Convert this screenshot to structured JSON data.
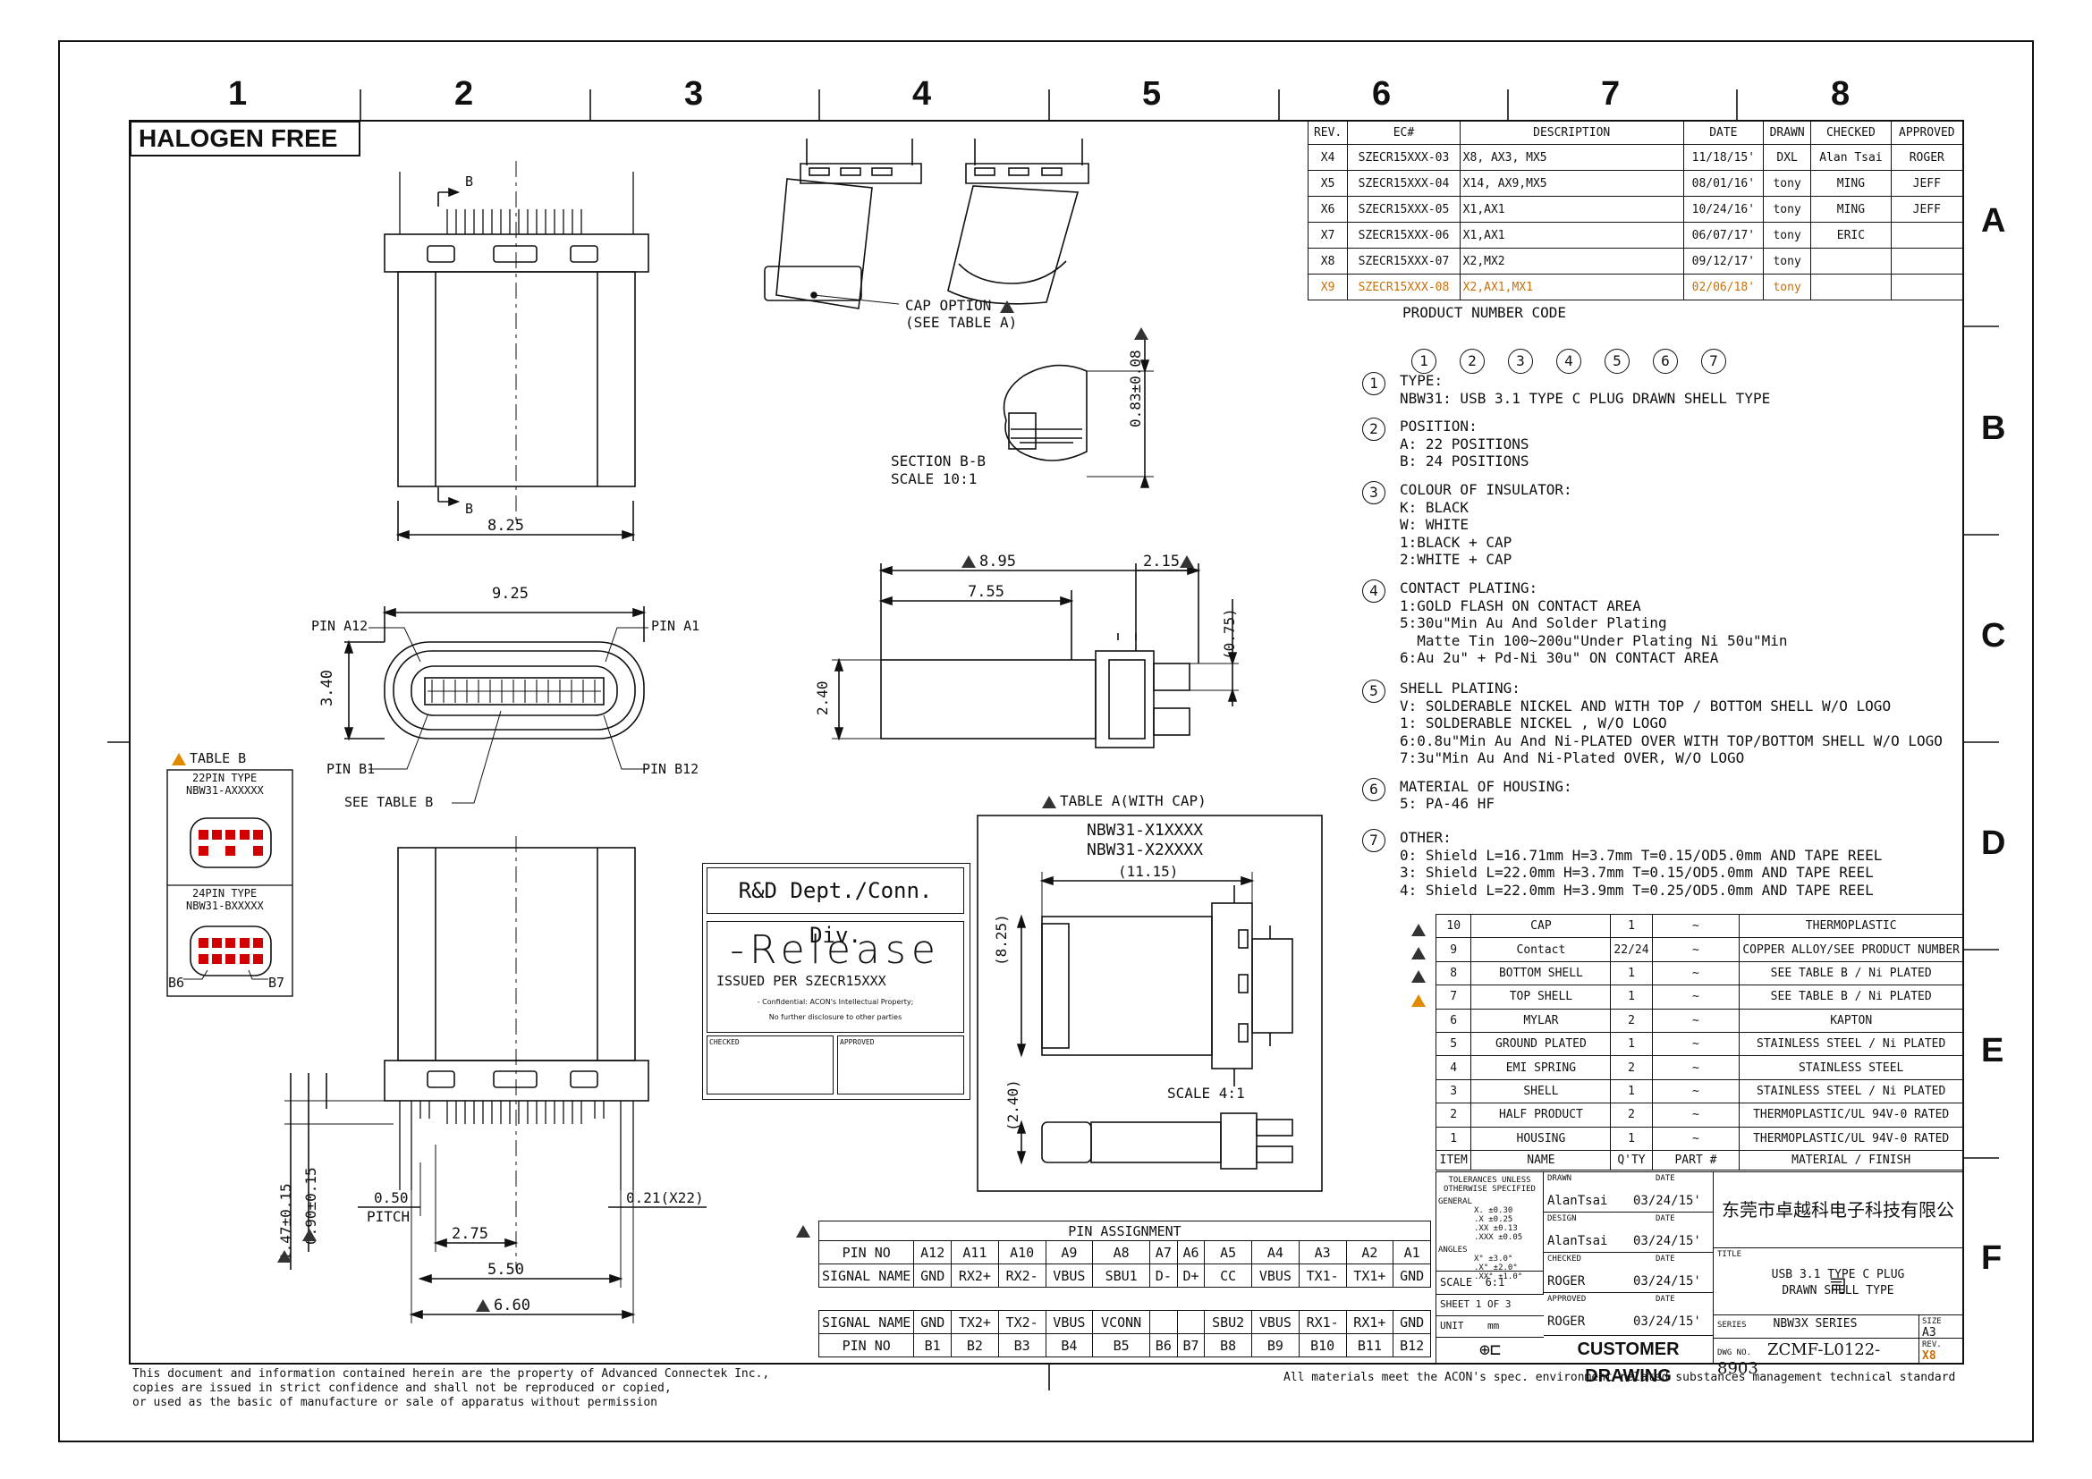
{
  "frame": {
    "col_labels": [
      "1",
      "2",
      "3",
      "4",
      "5",
      "6",
      "7",
      "8"
    ],
    "row_labels": [
      "A",
      "B",
      "C",
      "D",
      "E",
      "F"
    ],
    "halogen_free": "HALOGEN FREE"
  },
  "revision_table": {
    "headers": [
      "REV.",
      "EC#",
      "DESCRIPTION",
      "DATE",
      "DRAWN",
      "CHECKED",
      "APPROVED"
    ],
    "rows": [
      [
        "X4",
        "SZECR15XXX-03",
        "X8, AX3, MX5",
        "11/18/15'",
        "DXL",
        "Alan Tsai",
        "ROGER"
      ],
      [
        "X5",
        "SZECR15XXX-04",
        "X14, AX9,MX5",
        "08/01/16'",
        "tony",
        "MING",
        "JEFF"
      ],
      [
        "X6",
        "SZECR15XXX-05",
        "X1,AX1",
        "10/24/16'",
        "tony",
        "MING",
        "JEFF"
      ],
      [
        "X7",
        "SZECR15XXX-06",
        "X1,AX1",
        "06/07/17'",
        "tony",
        "ERIC",
        ""
      ],
      [
        "X8",
        "SZECR15XXX-07",
        "X2,MX2",
        "09/12/17'",
        "tony",
        "",
        ""
      ],
      [
        "X9",
        "SZECR15XXX-08",
        "X2,AX1,MX1",
        "02/06/18'",
        "tony",
        "",
        ""
      ]
    ]
  },
  "product_code": {
    "title": "PRODUCT NUMBER CODE",
    "circles": [
      "1",
      "2",
      "3",
      "4",
      "5",
      "6",
      "7"
    ],
    "notes": [
      {
        "num": "1",
        "lines": [
          "TYPE:",
          "NBW31: USB 3.1 TYPE C PLUG DRAWN SHELL TYPE"
        ]
      },
      {
        "num": "2",
        "lines": [
          "POSITION:",
          "A: 22 POSITIONS",
          "B: 24 POSITIONS"
        ]
      },
      {
        "num": "3",
        "lines": [
          "COLOUR OF INSULATOR:",
          "K: BLACK",
          "W: WHITE",
          "1:BLACK + CAP",
          "2:WHITE + CAP"
        ]
      },
      {
        "num": "4",
        "lines": [
          "CONTACT PLATING:",
          "1:GOLD FLASH ON CONTACT AREA",
          "5:30u\"Min Au And Solder Plating",
          "  Matte Tin 100~200u\"Under Plating Ni 50u\"Min",
          "6:Au 2u\" + Pd-Ni 30u\" ON CONTACT AREA"
        ]
      },
      {
        "num": "5",
        "lines": [
          "SHELL PLATING:",
          "V: SOLDERABLE NICKEL AND WITH TOP / BOTTOM SHELL W/O LOGO",
          "1: SOLDERABLE NICKEL , W/O LOGO",
          "6:0.8u\"Min Au And Ni-PLATED OVER WITH TOP/BOTTOM SHELL W/O LOGO",
          "7:3u\"Min Au And Ni-Plated OVER, W/O LOGO"
        ]
      },
      {
        "num": "6",
        "lines": [
          "MATERIAL OF HOUSING:",
          "5: PA-46 HF"
        ]
      },
      {
        "num": "7",
        "lines": [
          "OTHER:",
          "0: Shield L=16.71mm H=3.7mm T=0.15/OD5.0mm AND TAPE REEL",
          "3: Shield L=22.0mm H=3.7mm T=0.15/OD5.0mm AND TAPE REEL",
          "4: Shield L=22.0mm H=3.9mm T=0.25/OD5.0mm AND TAPE REEL"
        ]
      }
    ]
  },
  "bom": {
    "headers": [
      "ITEM",
      "NAME",
      "Q'TY",
      "PART #",
      "MATERIAL / FINISH"
    ],
    "rows": [
      [
        "10",
        "CAP",
        "1",
        "~",
        "THERMOPLASTIC"
      ],
      [
        "9",
        "Contact",
        "22/24",
        "~",
        "COPPER ALLOY/SEE PRODUCT NUMBER"
      ],
      [
        "8",
        "BOTTOM SHELL",
        "1",
        "~",
        "SEE TABLE B / Ni PLATED"
      ],
      [
        "7",
        "TOP SHELL",
        "1",
        "~",
        "SEE TABLE B / Ni PLATED"
      ],
      [
        "6",
        "MYLAR",
        "2",
        "~",
        "KAPTON"
      ],
      [
        "5",
        "GROUND PLATED",
        "1",
        "~",
        "STAINLESS STEEL / Ni PLATED"
      ],
      [
        "4",
        "EMI SPRING",
        "2",
        "~",
        "STAINLESS STEEL"
      ],
      [
        "3",
        "SHELL",
        "1",
        "~",
        "STAINLESS STEEL / Ni PLATED"
      ],
      [
        "2",
        "HALF PRODUCT",
        "2",
        "~",
        "THERMOPLASTIC/UL 94V-0 RATED"
      ],
      [
        "1",
        "HOUSING",
        "1",
        "~",
        "THERMOPLASTIC/UL 94V-0 RATED"
      ]
    ]
  },
  "pin_assignment": {
    "title": "PIN ASSIGNMENT",
    "row_a_label": "PIN NO",
    "row_a": [
      "A12",
      "A11",
      "A10",
      "A9",
      "A8",
      "A7",
      "A6",
      "A5",
      "A4",
      "A3",
      "A2",
      "A1"
    ],
    "row_a_sig_label": "SIGNAL NAME",
    "row_a_sig": [
      "GND",
      "RX2+",
      "RX2-",
      "VBUS",
      "SBU1",
      "D-",
      "D+",
      "CC",
      "VBUS",
      "TX1-",
      "TX1+",
      "GND"
    ],
    "row_b_sig_label": "SIGNAL NAME",
    "row_b_sig": [
      "GND",
      "TX2+",
      "TX2-",
      "VBUS",
      "VCONN",
      "",
      "",
      "SBU2",
      "VBUS",
      "RX1-",
      "RX1+",
      "GND"
    ],
    "row_b_label": "PIN NO",
    "row_b": [
      "B1",
      "B2",
      "B3",
      "B4",
      "B5",
      "B6",
      "B7",
      "B8",
      "B9",
      "B10",
      "B11",
      "B12"
    ]
  },
  "title_block": {
    "tolerances": "TOLERANCES UNLESS OTHERWISE SPECIFIED",
    "general": "GENERAL",
    "tol_lines": [
      "X.   ±0.30",
      ".X   ±0.25",
      ".XX  ±0.13",
      ".XXX ±0.05"
    ],
    "angles": "ANGLES",
    "ang_lines": [
      "X°   ±3.0°",
      ".X°  ±2.0°",
      ".XX° ±1.0°"
    ],
    "scale_label": "SCALE",
    "scale": "6:1",
    "sheet": "SHEET  1  OF  3",
    "unit_label": "UNIT",
    "unit": "mm",
    "drawn_label": "DRAWN",
    "drawn": "AlanTsai",
    "drawn_date": "03/24/15'",
    "design_label": "DESIGN",
    "design": "AlanTsai",
    "design_date": "03/24/15'",
    "checked_label": "CHECKED",
    "checked": "ROGER",
    "checked_date": "03/24/15'",
    "approved_label": "APPROVED",
    "approved": "ROGER",
    "approved_date": "03/24/15'",
    "date_label": "DATE",
    "company": "东莞市卓越科电子科技有限公司",
    "title_label": "TITLE",
    "title_line1": "USB 3.1 TYPE C PLUG",
    "title_line2": "DRAWN SHELL TYPE",
    "customer_drawing": "CUSTOMER DRAWING",
    "series_label": "SERIES",
    "series": "NBW3X SERIES",
    "size_label": "SIZE",
    "size": "A3",
    "dwg_label": "DWG NO.",
    "dwg_no": "ZCMF-L0122-8903",
    "rev_label": "REV.",
    "rev": "X8"
  },
  "release_stamp": {
    "dept": "R&D Dept./Conn. Div.",
    "release": "-Release",
    "issued": "ISSUED PER  SZECR15XXX",
    "conf1": "- Confidential: ACON's Intellectual Property;",
    "conf2": "No further disclosure to other parties",
    "checked": "CHECKED",
    "approved": "APPROVED"
  },
  "table_b": {
    "title": "TABLE B",
    "t22": "22PIN TYPE",
    "t22_code": "NBW31-AXXXXX",
    "t24": "24PIN TYPE",
    "t24_code": "NBW31-BXXXXX",
    "b6": "B6",
    "b7": "B7"
  },
  "table_a": {
    "title": "TABLE A(WITH CAP)",
    "code1": "NBW31-X1XXXX",
    "code2": "NBW31-X2XXXX",
    "dim_w": "(11.15)",
    "dim_h": "(8.25)",
    "dim_h2": "(2.40)",
    "scale": "SCALE  4:1"
  },
  "dims": {
    "d825": "8.25",
    "dB_top": "B",
    "dB_bot": "B",
    "d925": "9.25",
    "d340": "3.40",
    "pin_a12": "PIN A12",
    "pin_a1": "PIN A1",
    "pin_b1": "PIN B1",
    "pin_b12": "PIN B12",
    "see_table_b": "SEE TABLE B",
    "cap_option": "CAP OPTION",
    "see_table_a": "(SEE TABLE A)",
    "section": "SECTION  B-B",
    "section_scale": "SCALE  10:1",
    "d083": "0.83±0.08",
    "d895": "8.95",
    "d755": "7.55",
    "d215": "2.15",
    "d075": "(0.75)",
    "d240": "2.40",
    "d147": "1.47±0.15",
    "d090": "0.90±0.15",
    "d050": "0.50",
    "pitch": "PITCH",
    "d275": "2.75",
    "d550": "5.50",
    "d660": "6.60",
    "d021": "0.21(X22)"
  },
  "footer": {
    "left1": "This document and information contained herein are the property of Advanced Connectek Inc.,",
    "left2": "copies are issued in strict confidence and shall not be reproduced or copied,",
    "left3": "or used as the basic of manufacture or sale of apparatus without permission",
    "right": "All materials meet the ACON's  spec. environment-related substances management technical standard"
  },
  "colors": {
    "warning": "#e08a00",
    "highlight": "#c7700a",
    "red_pin": "#d10000",
    "line": "#111111"
  }
}
